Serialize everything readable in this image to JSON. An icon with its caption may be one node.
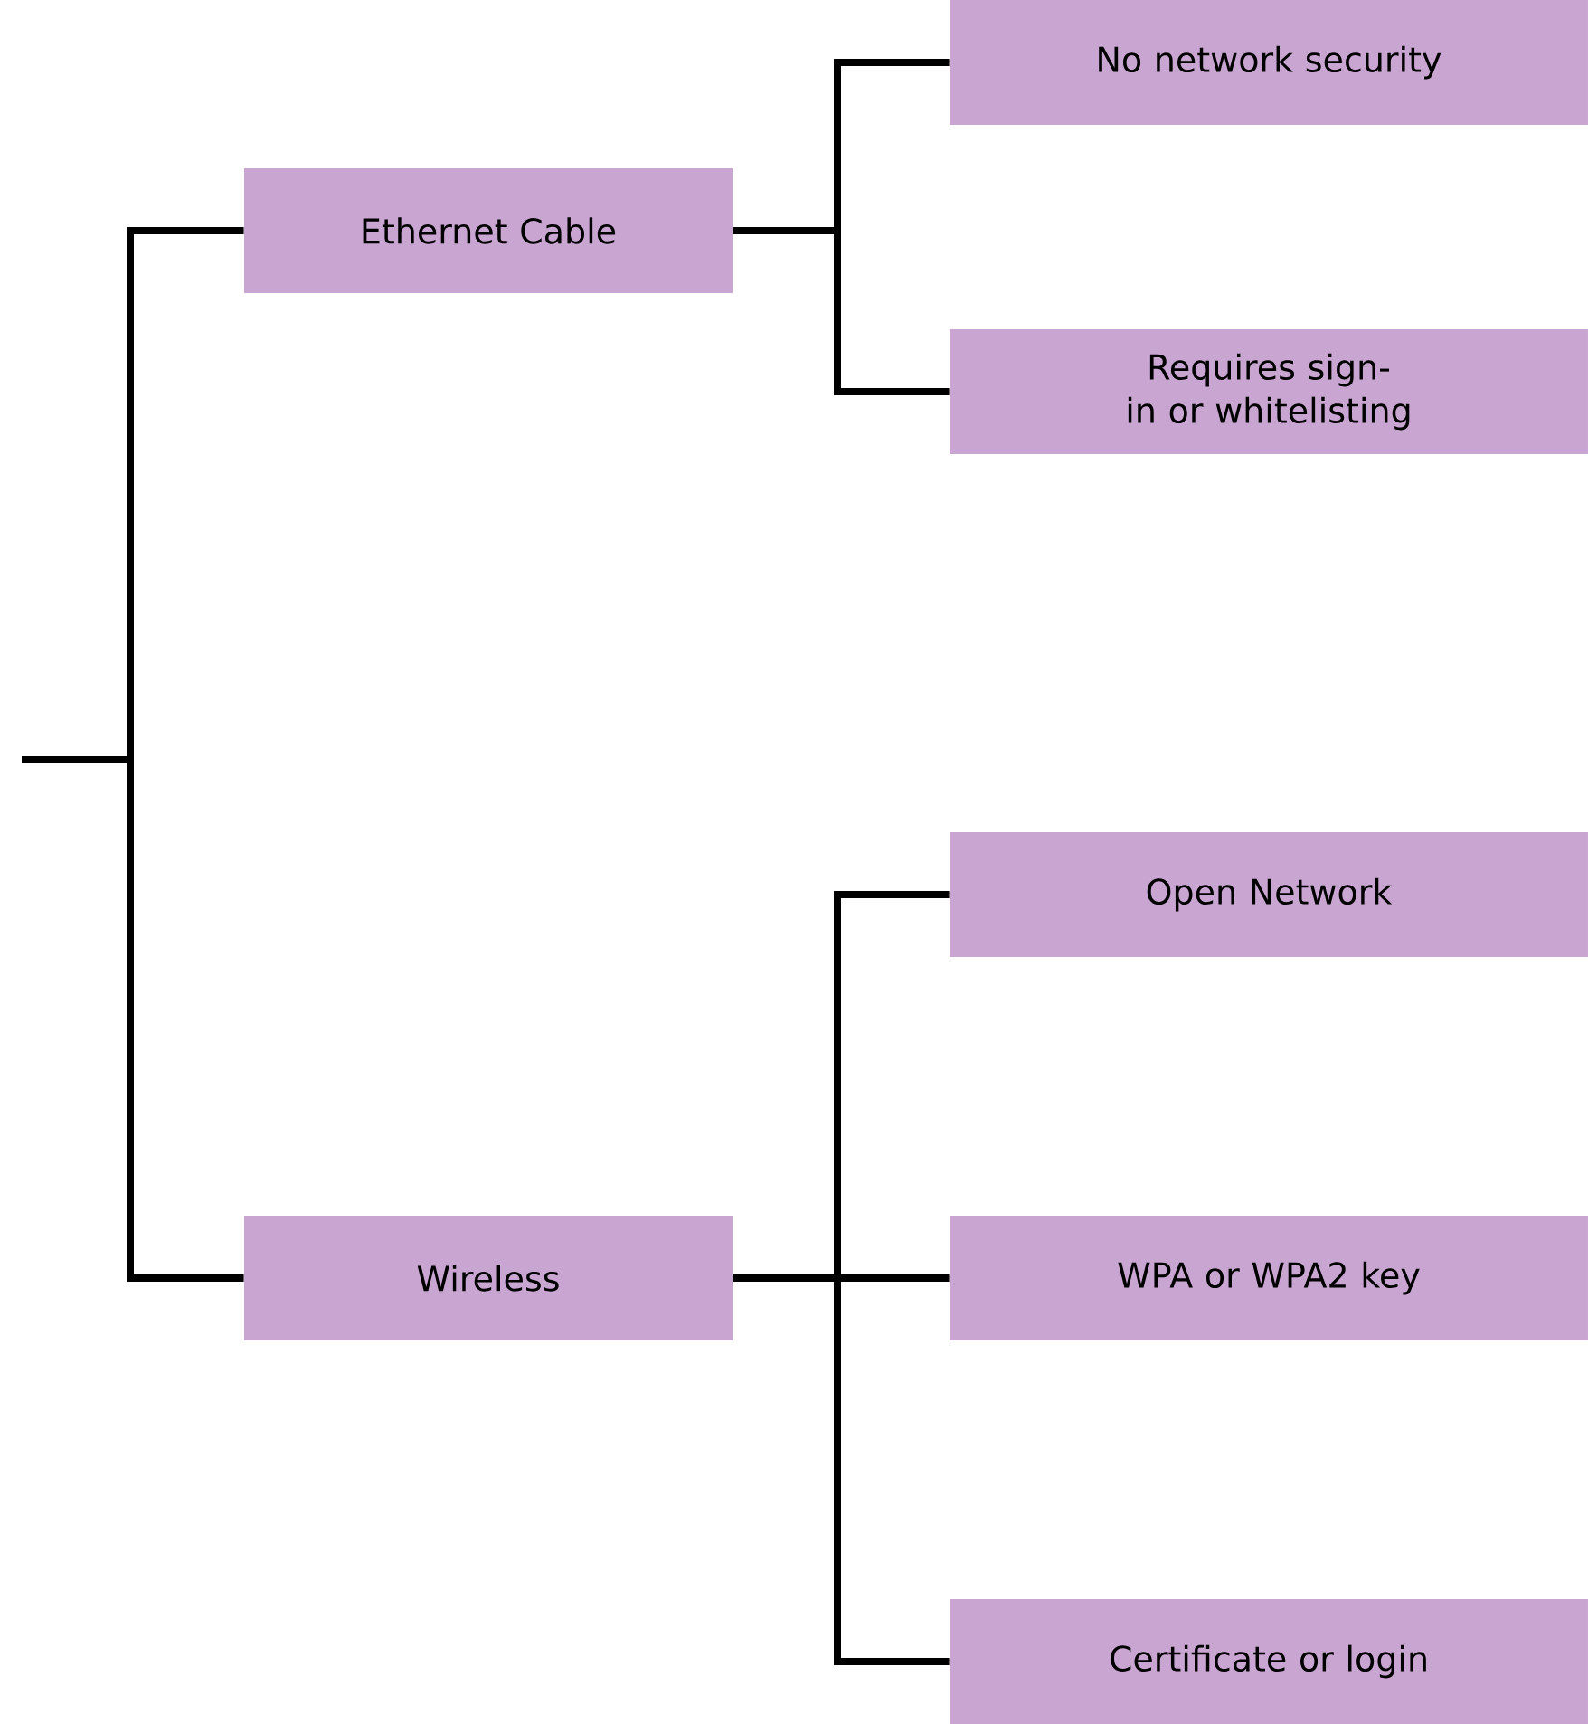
{
  "diagram": {
    "nodes": [
      {
        "text": [
          "Ethernet Cable"
        ]
      },
      {
        "text": [
          "Wireless"
        ]
      },
      {
        "text": [
          "No network security"
        ]
      },
      {
        "text": [
          "Requires sign-in or whitelisting"
        ]
      },
      {
        "text": [
          "Open Network"
        ]
      },
      {
        "text": [
          "WPA or WPA2 key"
        ]
      },
      {
        "text": [
          "Certificate or login"
        ]
      }
    ],
    "edges": [
      {
        "from": null,
        "to": 0,
        "arrow": "none"
      },
      {
        "from": null,
        "to": 1,
        "arrow": "none"
      },
      {
        "from": 0,
        "to": 2,
        "arrow": "none"
      },
      {
        "from": 0,
        "to": 3,
        "arrow": "none"
      },
      {
        "from": 1,
        "to": 4,
        "arrow": "none"
      },
      {
        "from": 1,
        "to": 5,
        "arrow": "none"
      },
      {
        "from": 1,
        "to": 6,
        "arrow": "none"
      }
    ]
  }
}
